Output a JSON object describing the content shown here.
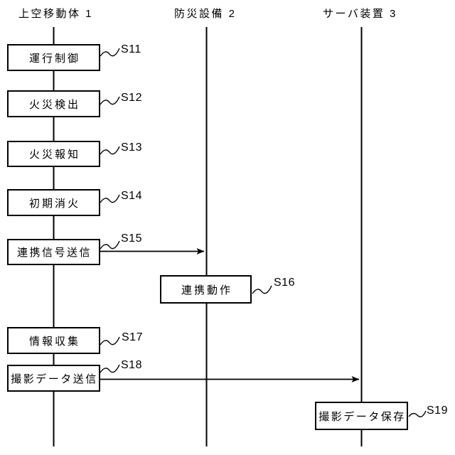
{
  "figure": {
    "type": "sequence-flow-diagram",
    "background_color": "#ffffff",
    "line_color": "#000000"
  },
  "lanes": [
    {
      "label": "上空移動体 1"
    },
    {
      "label": "防災設備 2"
    },
    {
      "label": "サーバ装置 3"
    }
  ],
  "steps": [
    {
      "id": "S11",
      "label": "運行制御",
      "lane": 0
    },
    {
      "id": "S12",
      "label": "火災検出",
      "lane": 0
    },
    {
      "id": "S13",
      "label": "火災報知",
      "lane": 0
    },
    {
      "id": "S14",
      "label": "初期消火",
      "lane": 0
    },
    {
      "id": "S15",
      "label": "連携信号送信",
      "lane": 0
    },
    {
      "id": "S16",
      "label": "連携動作",
      "lane": 1
    },
    {
      "id": "S17",
      "label": "情報収集",
      "lane": 0
    },
    {
      "id": "S18",
      "label": "撮影データ送信",
      "lane": 0
    },
    {
      "id": "S19",
      "label": "撮影データ保存",
      "lane": 2
    }
  ],
  "arrows": [
    {
      "from_step": "S15",
      "to_lane_label": "防災設備 2"
    },
    {
      "from_step": "S18",
      "to_lane_label": "サーバ装置 3"
    }
  ]
}
